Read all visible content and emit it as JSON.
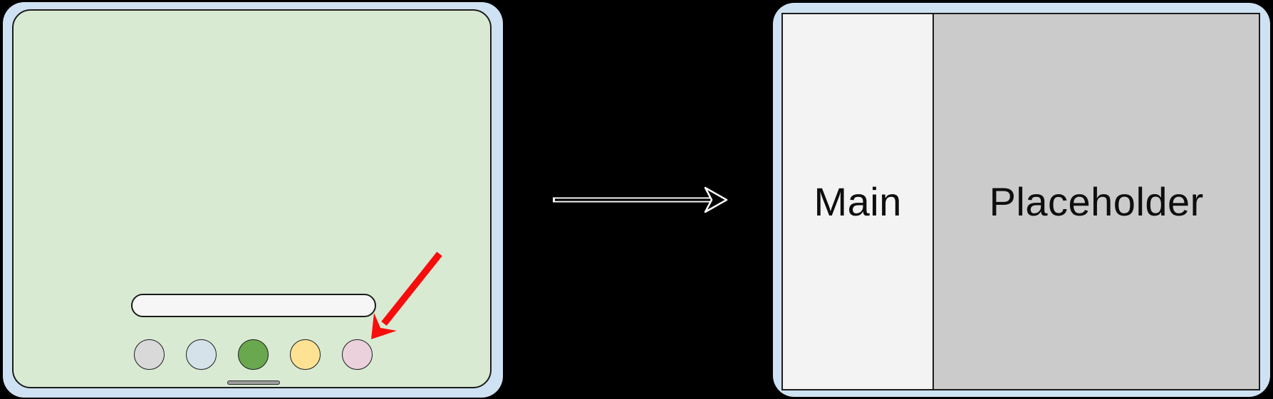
{
  "diagram": {
    "background_color": "#000000",
    "device_frame_color": "#cfe2f3",
    "before_device": {
      "screen_color": "#d9ead3",
      "search_pill_color": "#f6f6f6",
      "home_indicator_color": "#9e9e9e",
      "dock_icons": [
        {
          "name": "gray-app",
          "color": "#d9d9d9"
        },
        {
          "name": "blue-app",
          "color": "#d5e2ea"
        },
        {
          "name": "green-app",
          "color": "#6aa84f"
        },
        {
          "name": "yellow-app",
          "color": "#fde294"
        },
        {
          "name": "pink-app",
          "color": "#ead1dc"
        }
      ],
      "pointer_arrow_color": "#f70d0c"
    },
    "transition_arrow": {
      "fill": "#000000",
      "outline": "#ffffff"
    },
    "after_device": {
      "panels": [
        {
          "label": "Main",
          "color": "#f3f3f3",
          "width_pct": 31.8
        },
        {
          "label": "Placeholder",
          "color": "#cbcbcb",
          "width_pct": 68.2
        }
      ]
    }
  }
}
